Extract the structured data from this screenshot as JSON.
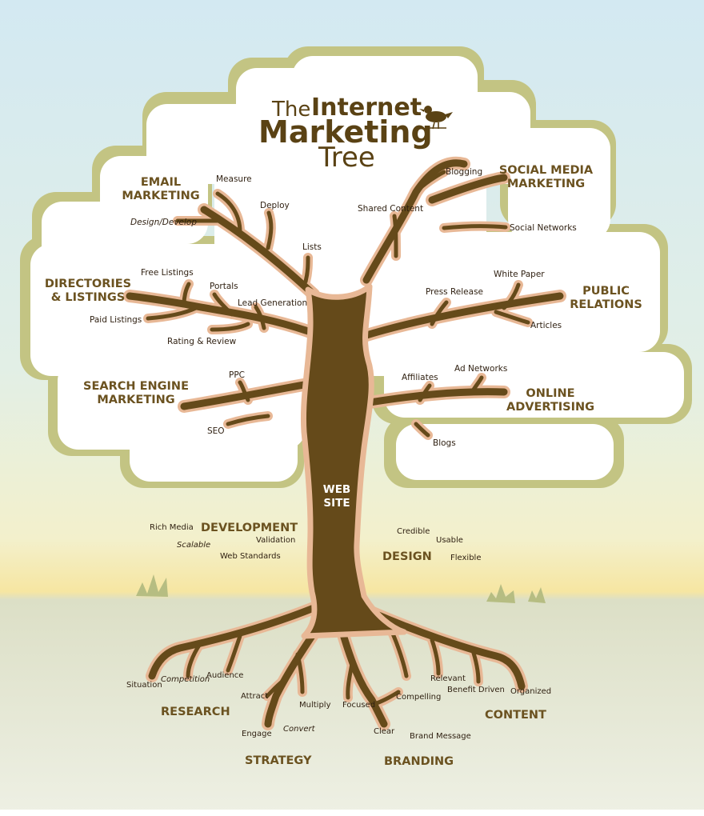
{
  "title": {
    "line1_a": "The",
    "line1_b": "Internet",
    "line2": "Marketing",
    "line3": "Tree"
  },
  "trunk_label": {
    "line1": "WEB",
    "line2": "SITE"
  },
  "categories": {
    "email": {
      "line1": "EMAIL",
      "line2": "MARKETING"
    },
    "social": {
      "line1": "SOCIAL MEDIA",
      "line2": "MARKETING"
    },
    "directories": {
      "line1": "DIRECTORIES",
      "line2": "& LISTINGS"
    },
    "pr": {
      "line1": "PUBLIC",
      "line2": "RELATIONS"
    },
    "search": {
      "line1": "SEARCH ENGINE",
      "line2": "MARKETING"
    },
    "online": {
      "line1": "ONLINE",
      "line2": "ADVERTISING"
    },
    "development": "DEVELOPMENT",
    "design": "DESIGN",
    "research": "RESEARCH",
    "strategy": "STRATEGY",
    "branding": "BRANDING",
    "content": "CONTENT"
  },
  "leaves": {
    "measure": "Measure",
    "deploy": "Deploy",
    "design_develop": "Design/Develop",
    "lists": "Lists",
    "shared_content": "Shared Content",
    "blogging": "Blogging",
    "social_networks": "Social Networks",
    "free_listings": "Free Listings",
    "portals": "Portals",
    "lead_generation": "Lead Generation",
    "paid_listings": "Paid Listings",
    "rating_review": "Rating & Review",
    "white_paper": "White Paper",
    "press_release": "Press Release",
    "articles": "Articles",
    "ppc": "PPC",
    "seo": "SEO",
    "affiliates": "Affiliates",
    "ad_networks": "Ad Networks",
    "blogs": "Blogs",
    "rich_media": "Rich Media",
    "scalable": "Scalable",
    "validation": "Validation",
    "web_standards": "Web Standards",
    "credible": "Credible",
    "usable": "Usable",
    "flexible": "Flexible",
    "situation": "Situation",
    "competition": "Competition",
    "audience": "Audience",
    "attract": "Attract",
    "engage": "Engage",
    "multiply": "Multiply",
    "convert": "Convert",
    "focused": "Focused",
    "clear": "Clear",
    "compelling": "Compelling",
    "brand_message": "Brand Message",
    "relevant": "Relevant",
    "benefit_driven": "Benefit Driven",
    "organized": "Organized"
  },
  "colors": {
    "sky_top": "#d3e9f2",
    "sky_bottom": "#f6efc0",
    "horizon": "#f3e29a",
    "ground": "#d9dcc4",
    "canopy_border": "#c3c483",
    "canopy": "#ffffff",
    "trunk": "#654a1a",
    "bark_outline": "#e8b896",
    "category_text": "#6b5220"
  }
}
